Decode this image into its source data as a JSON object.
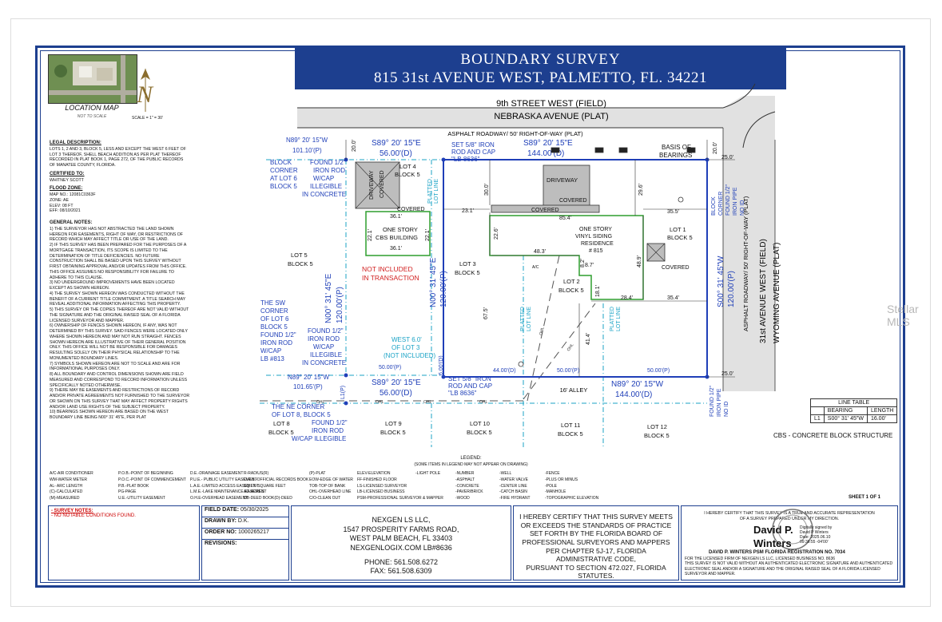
{
  "title": {
    "line1": "BOUNDARY SURVEY",
    "line2": "815 31st AVENUE WEST, PALMETTO, FL. 34221"
  },
  "location_map": {
    "caption": "LOCATION MAP",
    "sub": "NOT TO SCALE"
  },
  "scale_label": "SCALE = 1\" = 30'",
  "legal": {
    "heading": "LEGAL DESCRIPTION:",
    "text": "LOTS 1, 2 AND 3, BLOCK 5, LESS AND EXCEPT THE WEST 6 FEET OF LOT 3 THEREOF, SHELL BEACH ADDITION AS PER PLAT THEREOF RECORDED IN PLAT BOOK 1, PAGE 272, OF THE PUBLIC RECORDS OF MANATEE COUNTY, FLORIDA."
  },
  "certified": {
    "heading": "CERTIFIED TO:",
    "name": "WHITNEY SCOTT"
  },
  "flood": {
    "heading": "FLOOD ZONE:",
    "lines": [
      "MAP NO.: 12081C0363F",
      "ZONE: AE",
      "ELEV: 08 FT",
      "EFF: 08/10/2021"
    ]
  },
  "general_notes": {
    "heading": "GENERAL NOTES:",
    "items": [
      "1) THE SURVEYOR HAS NOT ABSTRACTED THE LAND SHOWN HEREON FOR EASEMENTS, RIGHT OF WAY, OR RESTRICTIONS OF RECORD WHICH MAY AFFECT TITLE OR USE OF THE LAND.",
      "2) IF THIS SURVEY HAS BEEN PREPARED FOR THE PURPOSES OF A MORTGAGE TRANSACTION, ITS SCOPE IS LIMITED TO THE DETERMINATION OF TITLE DEFICIENCIES. NO FUTURE CONSTRUCTION SHALL BE BASED UPON THIS SURVEY WITHOUT FIRST OBTAINING APPROVAL AND/OR UPDATES FROM THIS OFFICE. THIS OFFICE ASSUMES NO RESPONSIBILITY FOR FAILURE TO ADHERE TO THIS CLAUSE.",
      "3) NO UNDERGROUND IMPROVEMENTS HAVE BEEN LOCATED EXCEPT AS SHOWN HEREON.",
      "4) THE SURVEY SHOWN HEREON WAS CONDUCTED WITHOUT THE BENEFIT OF A CURRENT TITLE COMMITMENT. A TITLE SEARCH MAY REVEAL ADDITIONAL INFORMATION AFFECTING THIS PROPERTY.",
      "5) THIS SURVEY OR THE COPIES THEREOF ARE NOT VALID WITHOUT THE SIGNATURE AND THE ORIGINAL RAISED SEAL OF A FLORIDA LICENSED SURVEYOR AND MAPPER.",
      "6) OWNERSHIP OF FENCES SHOWN HEREON, IF ANY, WAS NOT DETERMINED BY THIS SURVEY. SAID FENCES WERE LOCATED ONLY WHERE SHOWN HEREON AND MAY NOT RUN STRAIGHT. FENCES SHOWN HEREON ARE ILLUSTRATIVE OF THEIR GENERAL POSITION ONLY. THIS OFFICE WILL NOT BE RESPONSIBLE FOR DAMAGES RESULTING SOLELY ON THEIR PHYSICAL RELATIONSHIP TO THE MONUMENTED BOUNDARY LINES.",
      "7) SYMBOLS SHOWN HEREON ARE NOT TO SCALE AND ARE FOR INFORMATIONAL PURPOSES ONLY.",
      "8) ALL BOUNDARY AND CONTROL DIMENSIONS SHOWN ARE FIELD MEASURED AND CORRESPOND TO RECORD INFORMATION UNLESS SPECIFICALLY NOTED OTHERWISE.",
      "9) THERE MAY BE EASEMENTS AND RESTRICTIONS OF RECORD AND/OR PRIVATE AGREEMENTS NOT FURNISHED TO THE SURVEYOR OR SHOWN ON THIS SURVEY THAT MAY AFFECT PROPERTY RIGHTS AND/OR LAND USE RIGHTS OF THE SUBJECT PROPERTY.",
      "10) BEARINGS SHOWN HEREON ARE BASED ON THE WEST BOUNDARY LINE BEING N00° 31' 45\"E, PER PLAT"
    ]
  },
  "streets": {
    "ninth_field": "9th STREET WEST (FIELD)",
    "nebraska": "NEBRASKA AVENUE (PLAT)",
    "asphalt_top": "ASPHALT ROADWAY/ 50' RIGHT-OF-WAY (PLAT)",
    "asphalt_right": "ASPHALT ROADWAY/ 50' RIGHT-OF-WAY (PLAT)",
    "thirtyfirst": "31st AVENUE WEST (FIELD)",
    "wyoming": "WYOMING AVENUE (PLAT)",
    "alley": "16' ALLEY"
  },
  "labels": {
    "north_bearing_p": "N89° 20' 15\"W",
    "north_dist_p": "101.10'(P)",
    "block_corner_lot6": "BLOCK\nCORNER\nAT LOT 6\nBLOCK 5",
    "found_half_iron_cap": "FOUND 1/2\"\nIRON ROD\nW/CAP\nILLEGIBLE\nIN CONCRETE",
    "top_bearing_d": "S89° 20' 15\"E",
    "top_dist_d": "56.00'(D)",
    "set_58_top": "SET 5/8\" IRON\nROD AND CAP\n\"LB 8636\"",
    "top_bearing_main": "S89° 20' 15\"E",
    "top_dist_main": "144.00'(D)",
    "basis": "BASIS OF\nBEARINGS",
    "dim_200_top": "20.0'",
    "dim_200_right": "20.0'",
    "dim_250_top": "25.0'",
    "dim_250_bot": "25.0'",
    "block_corner_right": "BLOCK\nCORNER\nFOUND 1/2\"\nIRON PIPE\nNO ID",
    "lot4": "LOT 4\nBLOCK 5",
    "platted_lot_line": "PLATTED\nLOT LINE",
    "driveway_left": "DRIVEWAY",
    "covered_left": "COVERED",
    "covered_left2": "COVERED",
    "dim_361_a": "36.1'",
    "dim_361_b": "36.1'",
    "dim_221_a": "22.1'",
    "dim_221_b": "22.1'",
    "cbs_building": "ONE STORY\nCBS BUILDING",
    "lot5": "LOT 5\nBLOCK 5",
    "not_included": "NOT INCLUDED\nIN TRANSACTION",
    "dim_300": "30.0'",
    "driveway_main": "DRIVEWAY",
    "covered_main": "COVERED",
    "covered_strip": "COVERED",
    "dim_231": "23.1'",
    "dim_854": "85.4'",
    "dim_296": "29.6'",
    "dim_355": "35.5'",
    "dim_226": "22.6'",
    "residence": "ONE STORY\nVINYL SIDING\nRESIDENCE\n# 815",
    "lot1": "LOT 1\nBLOCK 5",
    "covered_right": "COVERED",
    "dim_489": "48.9'",
    "right_bearing": "S00° 31' 45\"W",
    "right_dist": "120.00'(P)",
    "dim_483": "48.3'",
    "ac": "A/C",
    "dim_82": "8.2'",
    "dim_87": "8.7'",
    "lot3": "LOT 3\nBLOCK 5",
    "left_bearing_main": "N00° 31' 45\"E",
    "left_dist_main": "120.00'(P)",
    "lot2": "LOT 2\nBLOCK 5",
    "dim_181": "18.1'",
    "dim_284": "28.4'",
    "dim_354": "35.4'",
    "dim_675": "67.5'",
    "dim_414": "41.4'",
    "platted_lot_line2": "PLATTED\nLOT LINE",
    "platted_lot_line3": "PLATTED\nLOT LINE",
    "left_bearing_lot5": "N00° 31' 45\"E",
    "left_dist_lot5": "120.00'(P)",
    "sw_corner": "THE SW\nCORNER\nOF LOT 6\nBLOCK 5\nFOUND 1/2\"\nIRON ROD\nW/CAP\nLB #813",
    "found_half_iron_cap2": "FOUND 1/2\"\nIRON ROD\nW/CAP\nILLEGIBLE\nIN CONCRETE",
    "west6": "WEST 6.0'\nOF LOT 3\n(NOT INCLUDED)",
    "dim_60d": "6.00'(D)",
    "dim_500p_a": "50.00'(P)",
    "dim_4400d": "44.00'(D)",
    "dim_500p_b": "50.00'(P)",
    "dim_500p_c": "50.00'(P)",
    "bot_bearing_left_p": "N89° 20' 15\"W",
    "bot_dist_left_p": "101.65'(P)",
    "bot_bearing_d": "S89° 20' 15\"E",
    "bot_dist_d": "56.00'(D)",
    "l1p": "L1(P)",
    "set_58_bot": "SET 5/8\" IRON\nROD AND CAP\n\"LB 8636\"",
    "bot_bearing_main": "N89° 20' 15\"W",
    "bot_dist_main": "144.00'(D)",
    "found_pipe_bot": "FOUND 1/2\"\nIRON PIPE\nNO ID",
    "ne_corner": "THE NE CORNER\nOF LOT 8, BLOCK 5\nFOUND 1/2\"\nIRON ROD\nW/CAP ILLEGIBLE",
    "lot8": "LOT 8\nBLOCK 5",
    "lot9": "LOT 9\nBLOCK 5",
    "lot10": "LOT 10\nBLOCK 5",
    "lot11": "LOT 11\nBLOCK 5",
    "lot12": "LOT 12\nBLOCK 5",
    "ohl": "OHL",
    "ohl_vals": [
      "OHL",
      "OHL",
      "OHL",
      "OHL",
      "OHL",
      "OHL"
    ]
  },
  "line_table": {
    "title": "LINE TABLE",
    "headers": [
      "",
      "BEARING",
      "LENGTH"
    ],
    "rows": [
      [
        "L1",
        "S00° 31' 45\"W",
        "16.00'"
      ]
    ]
  },
  "cbs_note": "CBS - CONCRETE BLOCK STRUCTURE",
  "legend": {
    "title": "LEGEND:",
    "sub": "(SOME ITEMS IN LEGEND MAY NOT APPEAR ON DRAWING)",
    "col1": [
      "A/C-AIR CONDITIONER",
      "WM-WATER METER",
      "AL- ARC LENGTH",
      "(C)-CALCULATED",
      "(M)-MEASURED"
    ],
    "col2": [
      "P.O.B.-POINT OF BEGINNING",
      "P.O.C.-POINT OF COMMENCEMENT",
      "P.B.-PLAT BOOK",
      "PG-PAGE",
      "U.E.-UTILITY EASEMENT"
    ],
    "col3": [
      "D.E.-DRAINAGE EASEMENT",
      "P.U.E.- PUBLIC UTILITY EASEMENT",
      "L.A.E.-LIMITED ACCESS EASEMENT",
      "L.M.E.-LAKE MAINTENANCE EASEMENT",
      "O.H.E-OVERHEAD EASEMENT"
    ],
    "col4": [
      "R-RADIUS(R)",
      "O.R.B.-OFFICIAL RECORDS BOOK",
      "SQ.FT.-SQUARE FEET",
      "AC-ACRES",
      "DB-DEED BOOK(D)-DEED"
    ],
    "col5": [
      "(P)-PLAT",
      "EOW-EDGE OF WATER",
      "TOB-TOP OF BANK",
      "OHL-OVERHEAD LINE",
      "C/O-CLEAN OUT"
    ],
    "col6": [
      "ELEV-ELEVATION",
      "FF-FINISHED FLOOR",
      "LS-LICENSED SURVEYOR",
      "LB-LICENSED BUSINESS",
      "PSM-PROFESSIONAL SURVEYOR & MAPPER"
    ],
    "col7": [
      "-LIGHT POLE"
    ],
    "col8": [
      "-NUMBER",
      "-ASPHALT",
      "-CONCRETE",
      "-PAVER/BRICK",
      "-WOOD"
    ],
    "col9": [
      "-WELL",
      "-WATER VALVE",
      "-CENTER LINE",
      "-CATCH BASIN",
      "-FIRE HYDRANT"
    ],
    "col10": [
      "-FENCE",
      "-PLUS OR MINUS",
      "-POLE",
      "-MANHOLE",
      "-TOPOGRAPHIC ELEVATION"
    ]
  },
  "sheet": "SHEET 1 OF 1",
  "survey_notes": {
    "heading": "- SURVEY NOTES:",
    "text": "- NO NOTABLE CONDITIONS FOUND."
  },
  "field_info": {
    "field_date_label": "FIELD DATE:",
    "field_date": "05/30/2025",
    "drawn_label": "DRAWN BY:",
    "drawn": "D.K.",
    "order_label": "ORDER NO:",
    "order": "1000265217",
    "revisions_label": "REVISIONS:"
  },
  "company": {
    "lines": [
      "NEXGEN LS LLC,",
      "1547 PROSPERITY FARMS ROAD,",
      "WEST PALM BEACH, FL 33403",
      "NEXGENLOGIX.COM  LB#8636"
    ],
    "phone": "PHONE: 561.508.6272",
    "fax": "FAX: 561.508.6309"
  },
  "certification": {
    "lines": [
      "I HEREBY CERTIFY THAT THIS SURVEY MEETS",
      "OR EXCEEDS THE STANDARDS OF PRACTICE",
      "SET FORTH BY THE FLORIDA BOARD OF",
      "PROFESSIONAL SURVEYORS AND MAPPERS",
      "PER CHAPTER 5J-17, FLORIDA",
      "ADMINISTRATIVE CODE,",
      "PURSUANT TO SECTION 472.027, FLORIDA",
      "STATUTES."
    ]
  },
  "signature": {
    "intro": "I HEREBY CERTIFY THAT THIS SURVEY IS A TRUE AND ACCURATE REPRESENTATION OF A SURVEY PREPARED UNDER MY DIRECTION.",
    "name": "David P.\nWinters",
    "digital": "Digitally signed by\nDavid P Winters\nDate: 2025.06.10\n09:36:55 -04'00'",
    "registration": "DAVID P. WINTERS PSM FLORIDA REGISTRATION NO. 7034",
    "firm": "FOR THE LICENSED FIRM OF NEXGEN LS LLC, LICENSED BUSINESS NO. 8636",
    "invalid": "THIS SURVEY IS NOT VALID WITHOUT AN AUTHENTICATED ELECTRONIC SIGNATURE AND AUTHENTICATED ELECTRONIC SEAL AND/OR A SIGNATURE AND THE ORIGINAL RAISED SEAL OF A FLORIDA LICENSED SURVEYOR AND MAPPER."
  },
  "watermark": "Stellar MLS",
  "colors": {
    "frame": "#1d3f8f",
    "boundary": "#1f3fb8",
    "cyan": "#1ba3c6",
    "green": "#2e9e2e",
    "red": "#d11f1f"
  }
}
